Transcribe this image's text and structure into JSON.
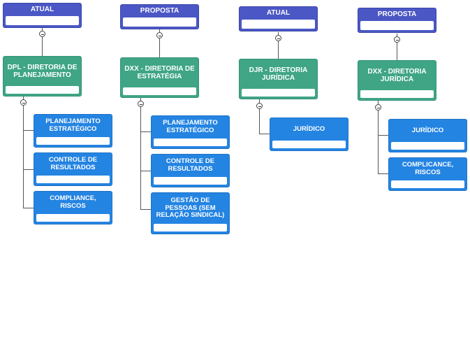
{
  "columns": [
    {
      "header": "ATUAL",
      "director": "DPL - DIRETORIA DE\nPLANEJAMENTO",
      "units": [
        "PLANEJAMENTO\nESTRATÉGICO",
        "CONTROLE DE\nRESULTADOS",
        "COMPLIANCE,\nRISCOS"
      ]
    },
    {
      "header": "PROPOSTA",
      "director": "DXX - DIRETORIA DE\nESTRATÉGIA",
      "units": [
        "PLANEJAMENTO\nESTRATÉGICO",
        "CONTROLE DE\nRESULTADOS",
        "GESTÃO DE\nPESSOAS (SEM\nRELAÇÃO SINDICAL)"
      ]
    },
    {
      "header": "ATUAL",
      "director": "DJR - DIRETORIA\nJURÍDICA",
      "units": [
        "JURÍDICO"
      ]
    },
    {
      "header": "PROPOSTA",
      "director": "DXX - DIRETORIA\nJURÍDICA",
      "units": [
        "JURÍDICO",
        "COMPLICANCE,\nRISCOS"
      ]
    }
  ],
  "colors": {
    "header": "#4a57c4",
    "director": "#3fa585",
    "unit": "#2484e2"
  },
  "icons": {
    "collapse": "collapse-toggle-icon"
  }
}
